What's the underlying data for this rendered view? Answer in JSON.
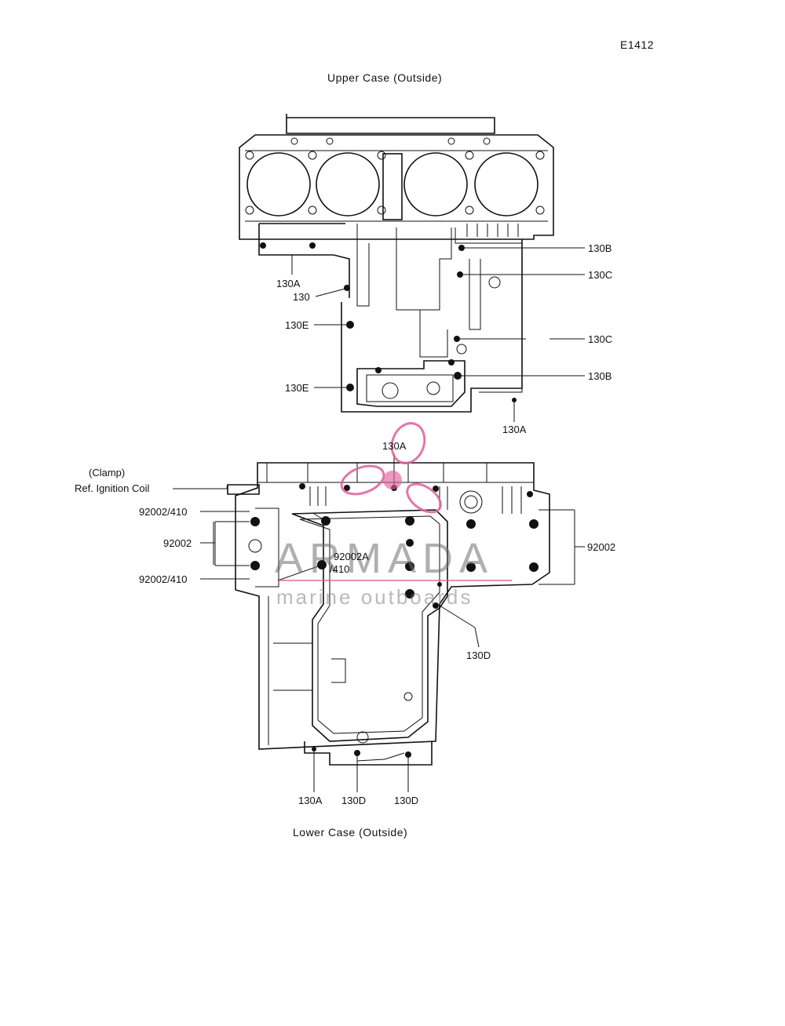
{
  "figure_code": "E1412",
  "titles": {
    "upper": "Upper Case (Outside)",
    "lower": "Lower Case  (Outside)"
  },
  "upper_labels": {
    "l130A_left": "130A",
    "l130": "130",
    "l130E_a": "130E",
    "l130E_b": "130E",
    "l130B_a": "130B",
    "l130C_a": "130C",
    "l130C_b": "130C",
    "l130B_b": "130B",
    "l130A_bottom": "130A"
  },
  "lower_labels": {
    "l130A_top": "130A",
    "clamp": "(Clamp)",
    "ignition": "Ref. Ignition Coil",
    "l92002_410_a": "92002/410",
    "l92002_left": "92002",
    "l92002_410_b": "92002/410",
    "l92002A": "92002A",
    "l410": "/410",
    "l92002_right": "92002",
    "l130D_right": "130D",
    "l130A_bottom": "130A",
    "l130D_mid": "130D",
    "l130D_bottom": "130D"
  },
  "watermark": {
    "brand": "ARMADA",
    "tagline": "marine outboards",
    "accent_color": "#e0609a"
  }
}
